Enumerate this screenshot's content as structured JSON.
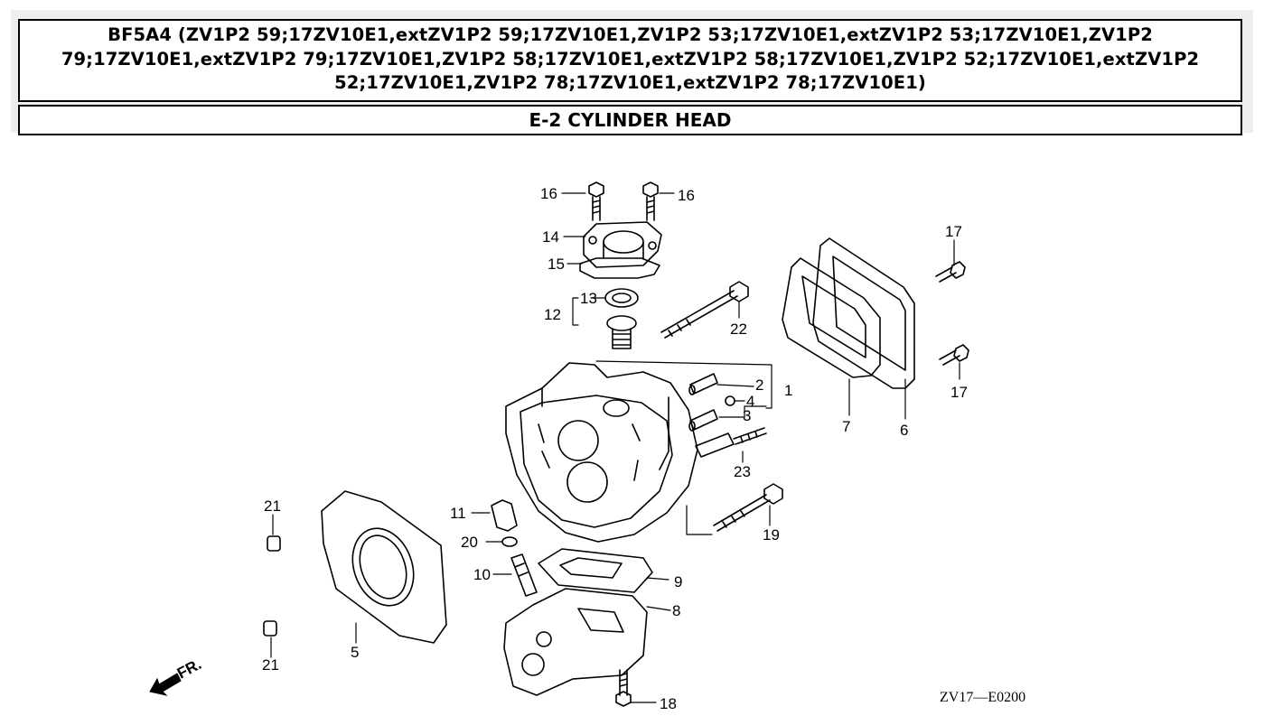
{
  "header": {
    "title": "BF5A4 (ZV1P2 59;17ZV10E1,extZV1P2 59;17ZV10E1,ZV1P2 53;17ZV10E1,extZV1P2 53;17ZV10E1,ZV1P2 79;17ZV10E1,extZV1P2 79;17ZV10E1,ZV1P2 58;17ZV10E1,extZV1P2 58;17ZV10E1,ZV1P2 52;17ZV10E1,extZV1P2 52;17ZV10E1,ZV1P2 78;17ZV10E1,extZV1P2 78;17ZV10E1)",
    "section": "E-2 CYLINDER HEAD"
  },
  "diagram": {
    "callouts": {
      "c1": "1",
      "c2": "2",
      "c3": "3",
      "c4": "4",
      "c5": "5",
      "c6": "6",
      "c7": "7",
      "c8": "8",
      "c9": "9",
      "c10": "10",
      "c11": "11",
      "c12": "12",
      "c13": "13",
      "c14": "14",
      "c15": "15",
      "c16a": "16",
      "c16b": "16",
      "c17a": "17",
      "c17b": "17",
      "c18": "18",
      "c19": "19",
      "c20": "20",
      "c21a": "21",
      "c21b": "21",
      "c22": "22",
      "c23": "23"
    },
    "front_marker": "FR.",
    "drawing_code": "ZV17—E0200"
  }
}
